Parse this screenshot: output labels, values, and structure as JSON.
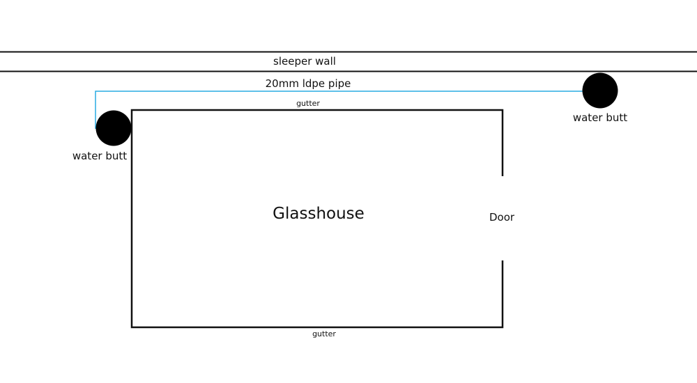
{
  "labels": {
    "sleeper_wall": "sleeper wall",
    "pipe": "20mm ldpe pipe",
    "gutter_top": "gutter",
    "gutter_bottom": "gutter",
    "water_butt_left": "water butt",
    "water_butt_right": "water butt",
    "glasshouse": "Glasshouse",
    "door": "Door"
  },
  "colors": {
    "pipe": "#29abe2",
    "line": "#111111"
  }
}
